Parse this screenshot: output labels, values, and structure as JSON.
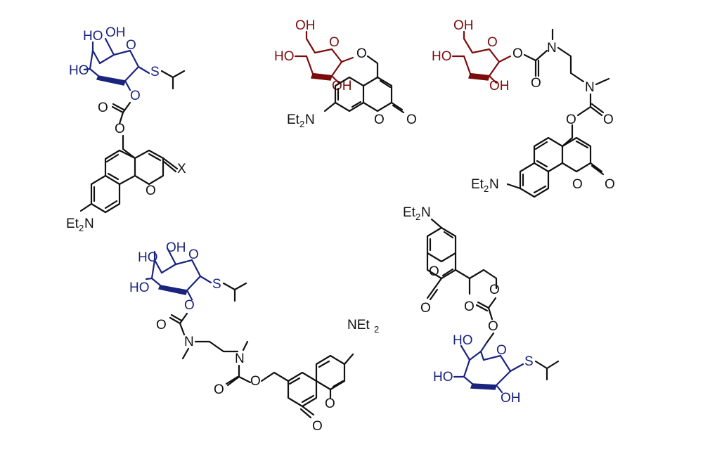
{
  "colors": {
    "black": "#111111",
    "blue": "#1a237e",
    "red": "#7b0c0c"
  },
  "labels": {
    "oh": "OH",
    "ho": "HO",
    "o": "O",
    "s": "S",
    "n": "N",
    "x": "X",
    "et": "Et",
    "two": "2",
    "net": "NEt"
  }
}
